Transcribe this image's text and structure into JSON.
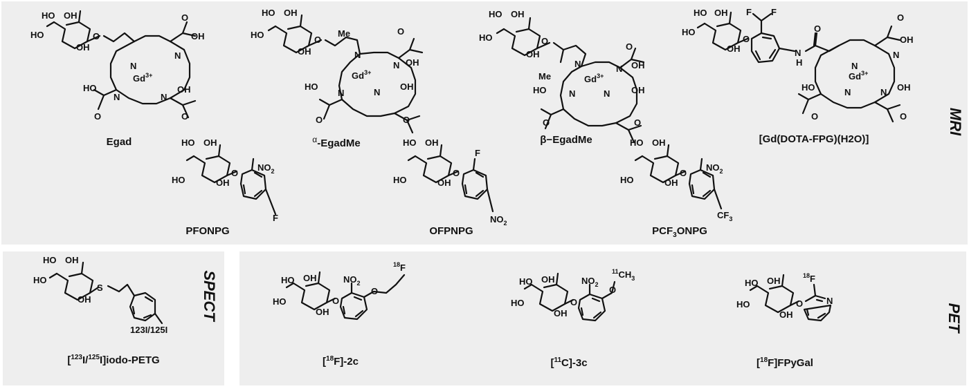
{
  "sections": {
    "mri": "MRI",
    "spect": "SPECT",
    "pet": "PET"
  },
  "captions": {
    "egad": "Egad",
    "alpha_prefix": "α",
    "alpha_rest": "-EgadMe",
    "beta": "β−EgadMe",
    "dota_fpg": "[Gd(DOTA-FPG)(H2O)]",
    "pfonpg": "PFONPG",
    "ofnpg": "OFPNPG",
    "pcf3_a": "PCF",
    "pcf3_sub": "3",
    "pcf3_b": "ONPG",
    "petg_a": "[",
    "petg_sup1": "123",
    "petg_b": "I/",
    "petg_sup2": "125",
    "petg_c": "I]iodo-PETG",
    "f2c_a": "[",
    "f2c_sup": "18",
    "f2c_b": "F]-2c",
    "c3c_a": "[",
    "c3c_sup": "11",
    "c3c_b": "C]-3c",
    "fpy_a": "[",
    "fpy_sup": "18",
    "fpy_b": "F]FPyGal"
  },
  "atoms": {
    "oh": "OH",
    "ho": "HO",
    "o": "O",
    "n": "N",
    "s": "S",
    "f": "F",
    "me": "Me",
    "h": "H",
    "gd": "Gd",
    "gd_charge": "3+",
    "no2_a": "NO",
    "no2_sub": "2",
    "cf3_a": "CF",
    "cf3_sub": "3",
    "iso_f18": "18",
    "iso_c11": "11",
    "ch3_a": "CH",
    "ch3_sub": "3",
    "iodo_label": "123I/125I"
  }
}
